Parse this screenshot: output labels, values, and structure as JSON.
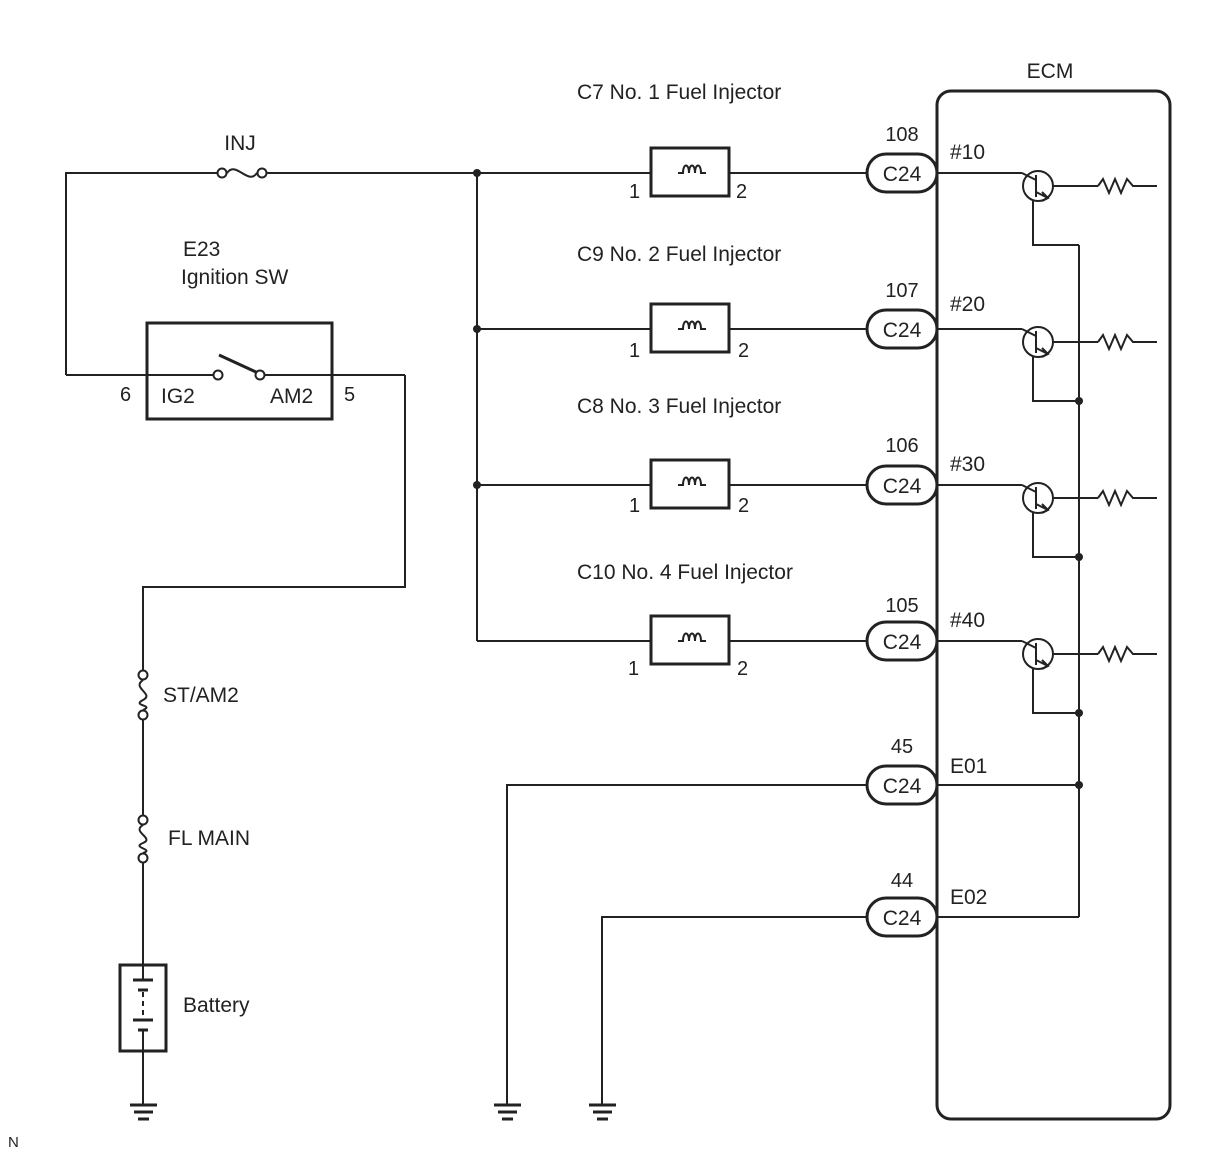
{
  "ecm": {
    "label": "ECM"
  },
  "fuses": {
    "inj": "INJ",
    "st_am2": "ST/AM2",
    "fl_main": "FL MAIN"
  },
  "ignition": {
    "code": "E23",
    "name": "Ignition SW",
    "terminal_left": "IG2",
    "terminal_right": "AM2",
    "pin_left": "6",
    "pin_right": "5"
  },
  "battery": {
    "label": "Battery"
  },
  "injectors": [
    {
      "label": "C7 No. 1 Fuel Injector",
      "pin1": "1",
      "pin2": "2",
      "conn_pin": "108",
      "connector": "C24",
      "ecm_terminal": "#10"
    },
    {
      "label": "C9 No. 2 Fuel Injector",
      "pin1": "1",
      "pin2": "2",
      "conn_pin": "107",
      "connector": "C24",
      "ecm_terminal": "#20"
    },
    {
      "label": "C8 No. 3 Fuel Injector",
      "pin1": "1",
      "pin2": "2",
      "conn_pin": "106",
      "connector": "C24",
      "ecm_terminal": "#30"
    },
    {
      "label": "C10 No. 4 Fuel Injector",
      "pin1": "1",
      "pin2": "2",
      "conn_pin": "105",
      "connector": "C24",
      "ecm_terminal": "#40"
    }
  ],
  "grounds": [
    {
      "conn_pin": "45",
      "connector": "C24",
      "ecm_terminal": "E01"
    },
    {
      "conn_pin": "44",
      "connector": "C24",
      "ecm_terminal": "E02"
    }
  ],
  "footer": {
    "mark": "N"
  }
}
